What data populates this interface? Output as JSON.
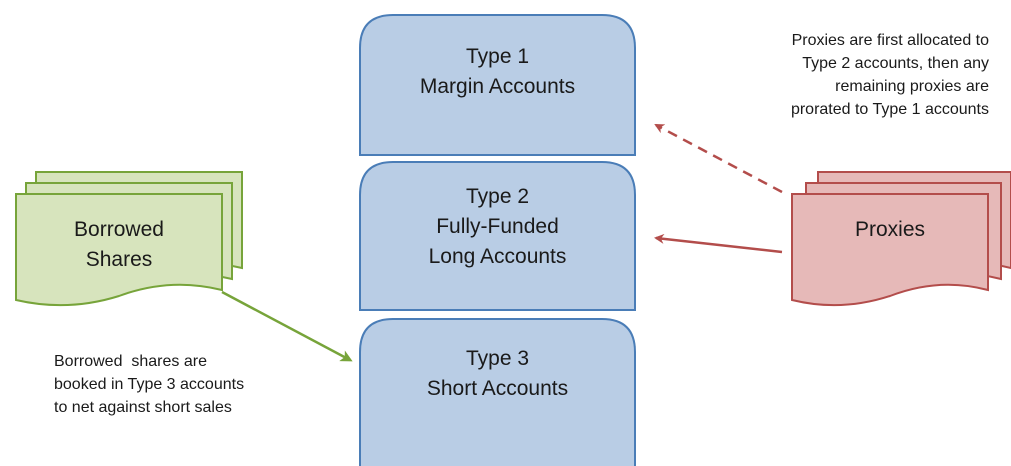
{
  "accounts": {
    "type1": {
      "line1": "Type 1",
      "line2": "Margin Accounts"
    },
    "type2": {
      "line1": "Type 2",
      "line2": "Fully-Funded",
      "line3": "Long Accounts"
    },
    "type3": {
      "line1": "Type 3",
      "line2": "Short Accounts"
    }
  },
  "borrowed": {
    "line1": "Borrowed",
    "line2": "Shares"
  },
  "proxies": {
    "label": "Proxies"
  },
  "notes": {
    "proxies": {
      "line1": "Proxies are first allocated to",
      "line2": "Type 2 accounts, then any",
      "line3": "remaining proxies are",
      "line4": "prorated to Type 1 accounts"
    },
    "borrowed": {
      "line1": "Borrowed  shares are",
      "line2": "booked in Type 3 accounts",
      "line3": "to net against short sales"
    }
  },
  "colors": {
    "account_fill": "#b9cde5",
    "account_stroke": "#4a7db7",
    "borrowed_fill": "#d7e4bd",
    "borrowed_stroke": "#77a43a",
    "proxies_fill": "#e6b9b8",
    "proxies_stroke": "#b34d4b",
    "arrow_proxies": "#b34d4b",
    "arrow_borrowed": "#77a43a"
  }
}
